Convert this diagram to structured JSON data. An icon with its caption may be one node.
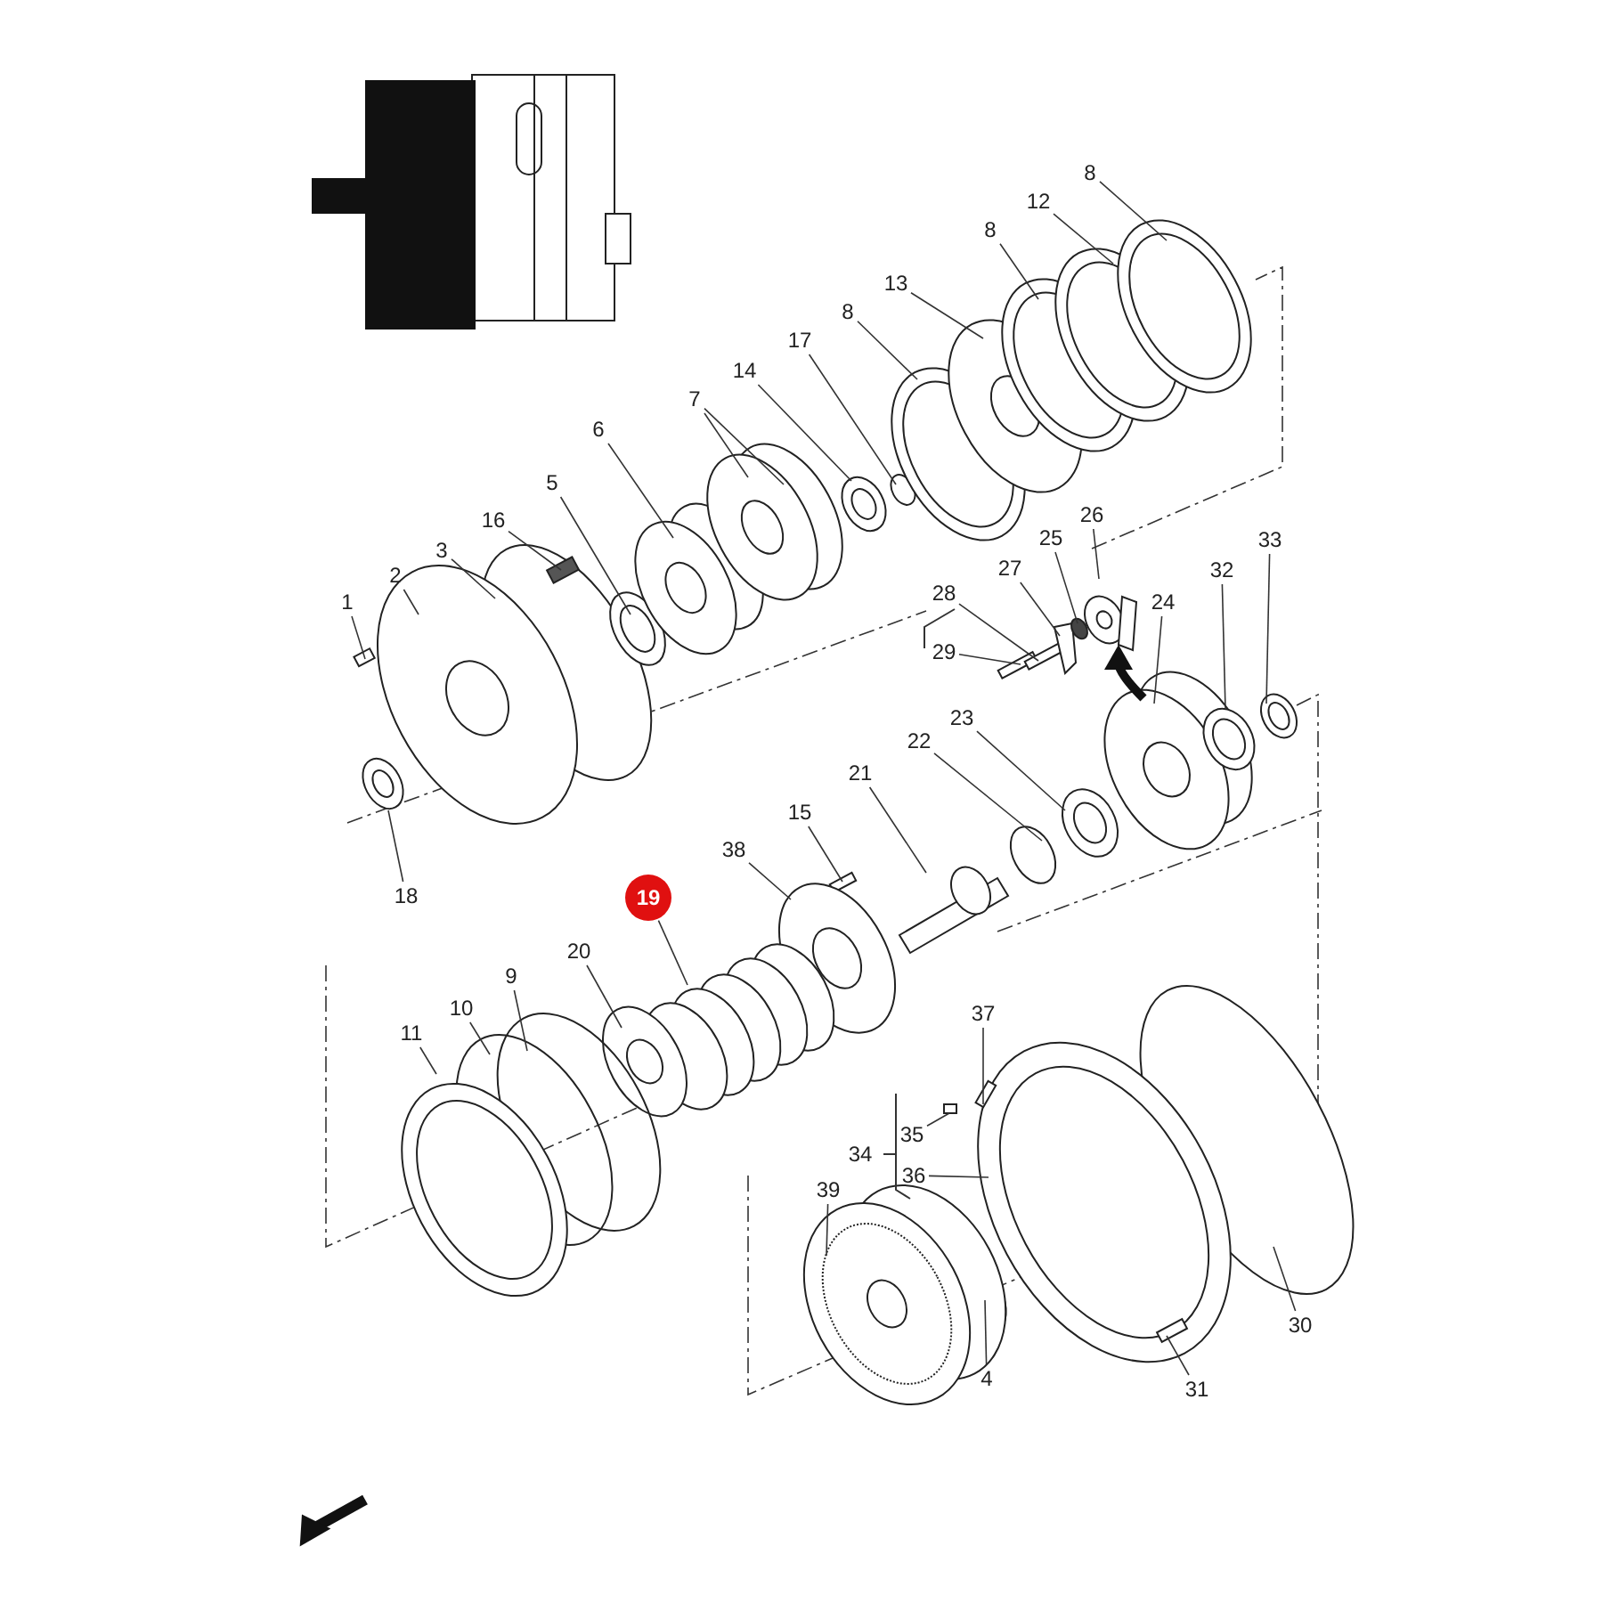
{
  "diagram": {
    "nodes": [
      {
        "text": [
          "8"
        ]
      },
      {
        "text": [
          "12"
        ]
      },
      {
        "text": [
          "8"
        ]
      },
      {
        "text": [
          "13"
        ]
      },
      {
        "text": [
          "8"
        ]
      },
      {
        "text": [
          "17"
        ]
      },
      {
        "text": [
          "14"
        ]
      },
      {
        "text": [
          "7"
        ]
      },
      {
        "text": [
          "6"
        ]
      },
      {
        "text": [
          "5"
        ]
      },
      {
        "text": [
          "16"
        ]
      },
      {
        "text": [
          "26"
        ]
      },
      {
        "text": [
          "25"
        ]
      },
      {
        "text": [
          "3"
        ]
      },
      {
        "text": [
          "33"
        ]
      },
      {
        "text": [
          "27"
        ]
      },
      {
        "text": [
          "32"
        ]
      },
      {
        "text": [
          "2"
        ]
      },
      {
        "text": [
          "28"
        ]
      },
      {
        "text": [
          "1"
        ]
      },
      {
        "text": [
          "24"
        ]
      },
      {
        "text": [
          "29"
        ]
      },
      {
        "text": [
          "23"
        ]
      },
      {
        "text": [
          "22"
        ]
      },
      {
        "text": [
          "21"
        ]
      },
      {
        "text": [
          "15"
        ]
      },
      {
        "text": [
          "38"
        ]
      },
      {
        "text": [
          "18"
        ]
      },
      {
        "text": [
          "19"
        ]
      },
      {
        "text": [
          "20"
        ]
      },
      {
        "text": [
          "9"
        ]
      },
      {
        "text": [
          "10"
        ]
      },
      {
        "text": [
          "37"
        ]
      },
      {
        "text": [
          "11"
        ]
      },
      {
        "text": [
          "35"
        ]
      },
      {
        "text": [
          "36"
        ]
      },
      {
        "text": [
          "39"
        ]
      },
      {
        "text": [
          "30"
        ]
      },
      {
        "text": [
          "4"
        ]
      },
      {
        "text": [
          "31"
        ]
      }
    ],
    "edges": [
      {
        "from": 0,
        "to": null,
        "arrow": "none"
      },
      {
        "from": 1,
        "to": null,
        "arrow": "none"
      },
      {
        "from": 2,
        "to": null,
        "arrow": "none"
      },
      {
        "from": 3,
        "to": null,
        "arrow": "none"
      },
      {
        "from": 4,
        "to": null,
        "arrow": "none"
      },
      {
        "from": 5,
        "to": null,
        "arrow": "none"
      },
      {
        "from": 6,
        "to": null,
        "arrow": "none"
      },
      {
        "from": 7,
        "to": null,
        "arrow": "none"
      },
      {
        "from": 8,
        "to": null,
        "arrow": "none"
      },
      {
        "from": 9,
        "to": null,
        "arrow": "none"
      },
      {
        "from": 10,
        "to": null,
        "arrow": "none"
      },
      {
        "from": 11,
        "to": null,
        "arrow": "none"
      },
      {
        "from": 12,
        "to": null,
        "arrow": "none"
      },
      {
        "from": 13,
        "to": null,
        "arrow": "none"
      },
      {
        "from": 14,
        "to": null,
        "arrow": "none"
      },
      {
        "from": 15,
        "to": null,
        "arrow": "none"
      },
      {
        "from": 16,
        "to": null,
        "arrow": "none"
      },
      {
        "from": 17,
        "to": null,
        "arrow": "none"
      },
      {
        "from": 18,
        "to": null,
        "arrow": "none"
      },
      {
        "from": 19,
        "to": null,
        "arrow": "none"
      },
      {
        "from": 20,
        "to": null,
        "arrow": "none"
      },
      {
        "from": 21,
        "to": null,
        "arrow": "none"
      },
      {
        "from": 22,
        "to": null,
        "arrow": "none"
      },
      {
        "from": 23,
        "to": null,
        "arrow": "none"
      },
      {
        "from": 24,
        "to": null,
        "arrow": "none"
      },
      {
        "from": 25,
        "to": null,
        "arrow": "none"
      },
      {
        "from": 26,
        "to": null,
        "arrow": "none"
      },
      {
        "from": 27,
        "to": null,
        "arrow": "none"
      },
      {
        "from": 28,
        "to": null,
        "arrow": "none"
      },
      {
        "from": 29,
        "to": null,
        "arrow": "none"
      },
      {
        "from": 30,
        "to": null,
        "arrow": "none"
      },
      {
        "from": 31,
        "to": null,
        "arrow": "none"
      },
      {
        "from": 32,
        "to": null,
        "arrow": "none"
      },
      {
        "from": 33,
        "to": null,
        "arrow": "none"
      },
      {
        "from": 34,
        "to": null,
        "arrow": "none"
      },
      {
        "from": 35,
        "to": null,
        "arrow": "none"
      },
      {
        "from": 36,
        "to": null,
        "arrow": "none"
      },
      {
        "from": 37,
        "to": null,
        "arrow": "none"
      },
      {
        "from": 38,
        "to": null,
        "arrow": "none"
      },
      {
        "from": 39,
        "to": null,
        "arrow": "none"
      },
      {
        "from": 7,
        "to": null,
        "arrow": "none"
      }
    ],
    "labels": [
      "34"
    ]
  }
}
